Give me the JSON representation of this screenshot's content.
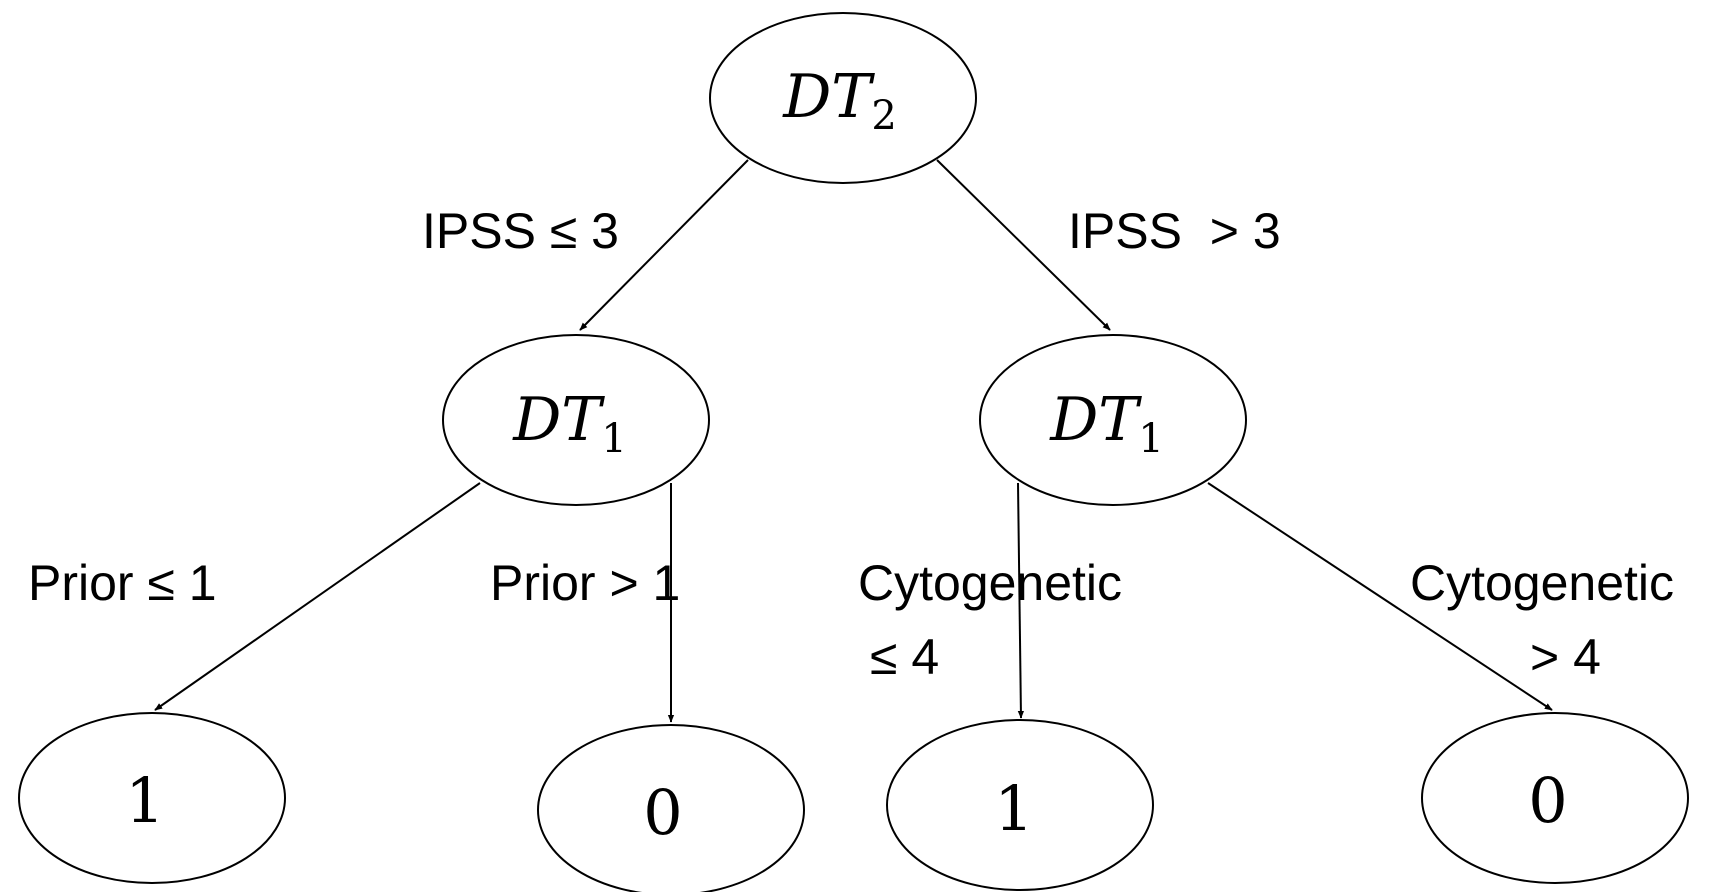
{
  "nodes": {
    "root": {
      "main": "DT",
      "sub": "2"
    },
    "left": {
      "main": "DT",
      "sub": "1"
    },
    "right": {
      "main": "DT",
      "sub": "1"
    },
    "leaf_ll": {
      "value": "1"
    },
    "leaf_lr": {
      "value": "0"
    },
    "leaf_rl": {
      "value": "1"
    },
    "leaf_rr": {
      "value": "0"
    }
  },
  "edges": {
    "root_left": "IPSS ≤ 3",
    "root_right": "IPSS  > 3",
    "left_ll": "Prior ≤ 1",
    "left_lr": "Prior > 1",
    "right_rl_line1": "Cytogenetic",
    "right_rl_line2": "≤ 4",
    "right_rr_line1": "Cytogenetic",
    "right_rr_line2": "> 4"
  }
}
